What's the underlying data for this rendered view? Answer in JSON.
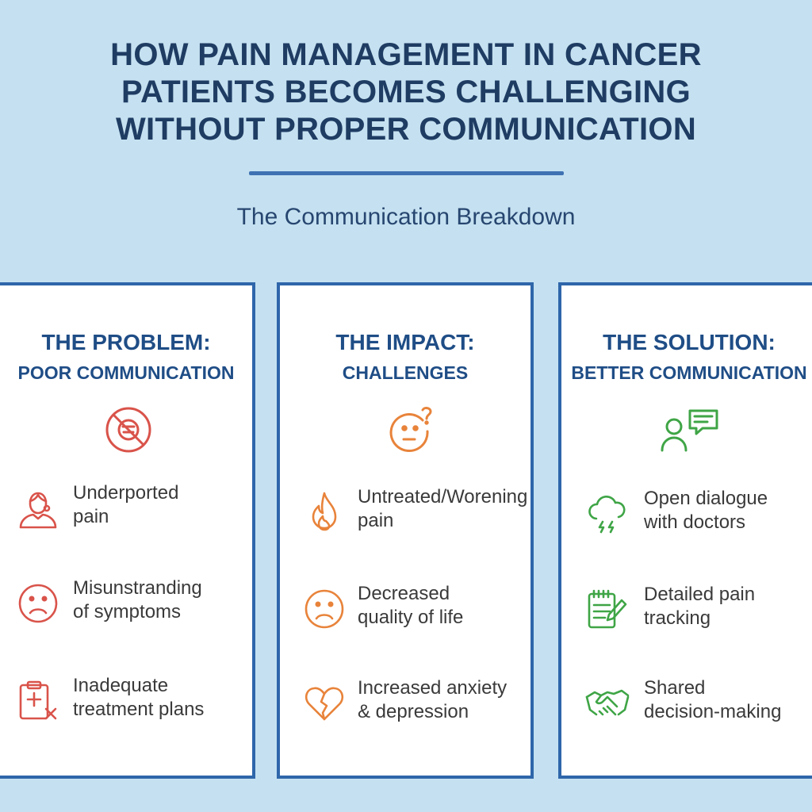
{
  "header": {
    "title_lines": [
      "HOW PAIN MANAGEMENT IN CANCER",
      "PATIENTS BECOMES CHALLENGING",
      "WITHOUT PROPER COMMUNICATION"
    ],
    "subtitle": "The Communication Breakdown"
  },
  "colors": {
    "background": "#c5e1f1",
    "panel_border": "#2f66aa",
    "heading": "#1f4d86",
    "problem_icons": "#d9534a",
    "impact_icons": "#e8833a",
    "solution_icons": "#3fa546"
  },
  "panels": [
    {
      "heading_line1": "THE PROBLEM:",
      "heading_line2": "POOR COMMUNICATION",
      "main_icon": "no-speaking-icon",
      "items": [
        {
          "icon": "patient-icon",
          "line1": "Underported",
          "line2": "pain"
        },
        {
          "icon": "sad-face-icon",
          "line1": "Misunstranding",
          "line2": "of symptoms"
        },
        {
          "icon": "clipboard-x-icon",
          "line1": "Inadequate",
          "line2": "treatment plans"
        }
      ]
    },
    {
      "heading_line1": "THE IMPACT:",
      "heading_line2": "CHALLENGES",
      "main_icon": "confused-face-icon",
      "items": [
        {
          "icon": "flame-icon",
          "line1": "Untreated/Worening",
          "line2": "pain"
        },
        {
          "icon": "sad-face-icon",
          "line1": "Decreased",
          "line2": "quality of life"
        },
        {
          "icon": "broken-heart-icon",
          "line1": "Increased anxiety",
          "line2": "& depression"
        }
      ]
    },
    {
      "heading_line1": "THE SOLUTION:",
      "heading_line2": "BETTER COMMUNICATION",
      "main_icon": "person-chat-icon",
      "items": [
        {
          "icon": "storm-cloud-icon",
          "line1": "Open dialogue",
          "line2": "with doctors"
        },
        {
          "icon": "notepad-pen-icon",
          "line1": "Detailed pain",
          "line2": "tracking"
        },
        {
          "icon": "handshake-icon",
          "line1": "Shared",
          "line2": "decision-making"
        }
      ]
    }
  ]
}
